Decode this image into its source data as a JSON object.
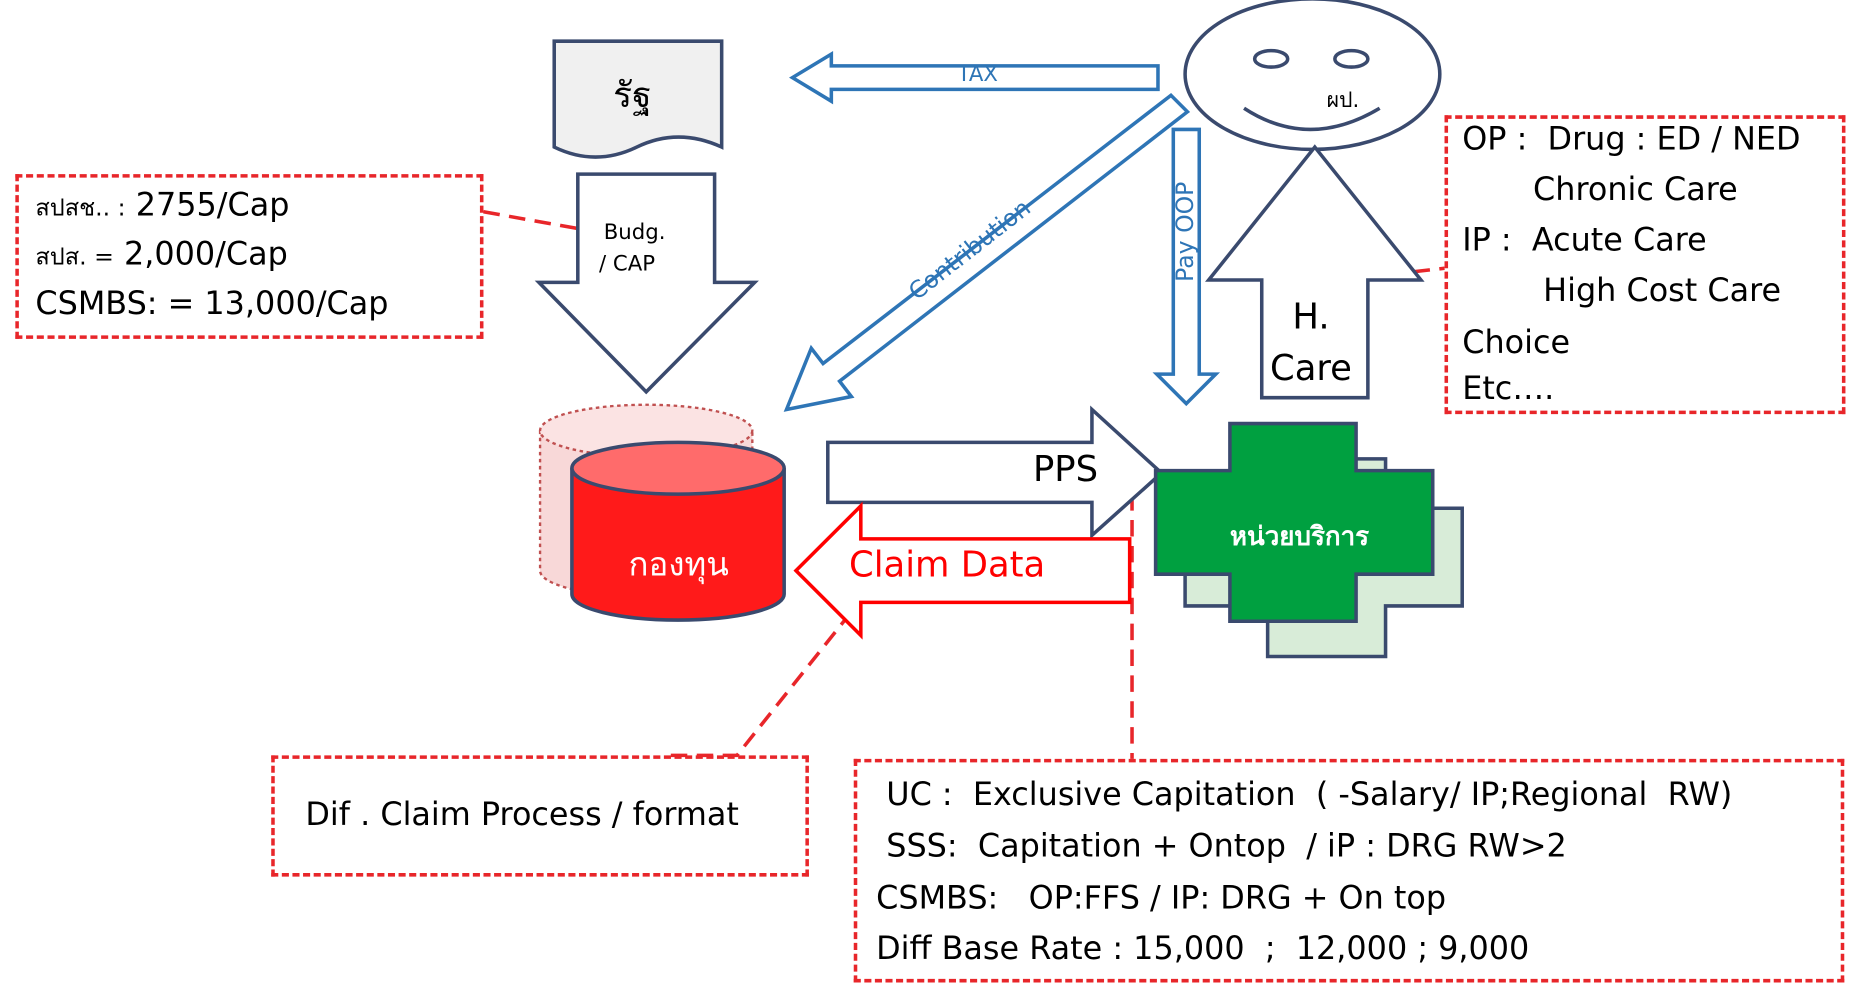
{
  "colors": {
    "blue_outline": "#2e75b6",
    "dark_outline": "#3a4a6e",
    "red": "#ff0000",
    "dashed_red": "#e8262a",
    "fund_red": "#ff1a1a",
    "service_green": "#00a040"
  },
  "nodes": {
    "state": "รัฐ",
    "person": "ผป.",
    "fund": "กองทุน",
    "service_unit": "หน่วยบริการ"
  },
  "arrows": {
    "tax": "TAX",
    "contribution": "Contribution",
    "pay_oop": "Pay OOP",
    "budget_line1": "Budg.",
    "budget_line2": "/ CAP",
    "pps": "PPS",
    "claim_data": "Claim Data",
    "health_care_line1": "H.",
    "health_care_line2": "Care"
  },
  "notes": {
    "capitation_rates": [
      {
        "prefix": "สปสช.. :",
        "value": " 2755/Cap"
      },
      {
        "prefix": "สปส. =",
        "value": "  2,000/Cap"
      },
      {
        "prefix": "",
        "value": "CSMBS: = 13,000/Cap"
      }
    ],
    "care_types": [
      "OP :  Drug : ED / NED",
      "       Chronic Care",
      "IP :  Acute Care",
      "        High Cost Care",
      "Choice",
      "Etc…."
    ],
    "claim_process": "Dif . Claim Process / format",
    "payment_schemes": [
      " UC :  Exclusive Capitation  ( -Salary/ IP;Regional  RW)",
      " SSS:  Capitation + Ontop  / iP : DRG RW>2",
      "CSMBS:   OP:FFS / IP: DRG + On top",
      "Diff Base Rate : 15,000  ;  12,000 ; 9,000"
    ]
  }
}
